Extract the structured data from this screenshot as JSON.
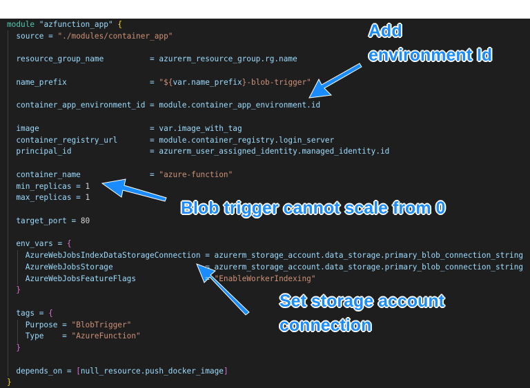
{
  "editor": {
    "lines": [
      [
        {
          "t": "module ",
          "c": "k"
        },
        {
          "t": "\"azfunction_app\" ",
          "c": "a"
        },
        {
          "t": "{",
          "c": "b1"
        }
      ],
      [
        {
          "t": "  source = ",
          "c": "a"
        },
        {
          "t": "\"./modules/container_app\"",
          "c": "s"
        }
      ],
      [],
      [
        {
          "t": "  resource_group_name          = azurerm_resource_group.rg.name",
          "c": "a"
        }
      ],
      [],
      [
        {
          "t": "  name_prefix                  = ",
          "c": "a"
        },
        {
          "t": "\"${",
          "c": "s"
        },
        {
          "t": "var.name_prefix",
          "c": "a"
        },
        {
          "t": "}-blob-trigger\"",
          "c": "s"
        }
      ],
      [],
      [
        {
          "t": "  container_app_environment_id = module.container_app_environment.id",
          "c": "a"
        }
      ],
      [],
      [
        {
          "t": "  image                        = var.image_with_tag",
          "c": "a"
        }
      ],
      [
        {
          "t": "  container_registry_url       = module.container_registry.login_server",
          "c": "a"
        }
      ],
      [
        {
          "t": "  principal_id                 = azurerm_user_assigned_identity.managed_identity.id",
          "c": "a"
        }
      ],
      [],
      [
        {
          "t": "  container_name               = ",
          "c": "a"
        },
        {
          "t": "\"azure-function\"",
          "c": "s"
        }
      ],
      [
        {
          "t": "  min_replicas = ",
          "c": "a"
        },
        {
          "t": "1",
          "c": "o"
        }
      ],
      [
        {
          "t": "  max_replicas = ",
          "c": "a"
        },
        {
          "t": "1",
          "c": "o"
        }
      ],
      [],
      [
        {
          "t": "  target_port = ",
          "c": "a"
        },
        {
          "t": "80",
          "c": "o"
        }
      ],
      [],
      [
        {
          "t": "  env_vars = ",
          "c": "a"
        },
        {
          "t": "{",
          "c": "b2"
        }
      ],
      [
        {
          "t": "    AzureWebJobsIndexDataStorageConnection = azurerm_storage_account.data_storage.primary_blob_connection_string",
          "c": "a"
        }
      ],
      [
        {
          "t": "    AzureWebJobsStorage                    = azurerm_storage_account.data_storage.primary_blob_connection_string",
          "c": "a"
        }
      ],
      [
        {
          "t": "    AzureWebJobsFeatureFlags               = ",
          "c": "a"
        },
        {
          "t": "\"EnableWorkerIndexing\"",
          "c": "s"
        }
      ],
      [
        {
          "t": "  }",
          "c": "b2"
        }
      ],
      [],
      [
        {
          "t": "  tags = ",
          "c": "a"
        },
        {
          "t": "{",
          "c": "b2"
        }
      ],
      [
        {
          "t": "    Purpose = ",
          "c": "a"
        },
        {
          "t": "\"BlobTrigger\"",
          "c": "s"
        }
      ],
      [
        {
          "t": "    Type    = ",
          "c": "a"
        },
        {
          "t": "\"AzureFunction\"",
          "c": "s"
        }
      ],
      [
        {
          "t": "  }",
          "c": "b2"
        }
      ],
      [],
      [
        {
          "t": "  depends_on = ",
          "c": "a"
        },
        {
          "t": "[",
          "c": "b2"
        },
        {
          "t": "null_resource.push_docker_image",
          "c": "a"
        },
        {
          "t": "]",
          "c": "b2"
        }
      ],
      [
        {
          "t": "}",
          "c": "b1"
        }
      ]
    ]
  },
  "annotations": {
    "env_id_line1": "Add",
    "env_id_line2": "environment Id",
    "scale": "Blob trigger cannot scale from 0",
    "storage_line1": "Set storage account",
    "storage_line2": "connection"
  },
  "colors": {
    "annotation": "#1a8cff",
    "background": "#1e1e1e",
    "keyword": "#4ec9b0",
    "identifier": "#9cdcfe",
    "string": "#ce9178"
  }
}
